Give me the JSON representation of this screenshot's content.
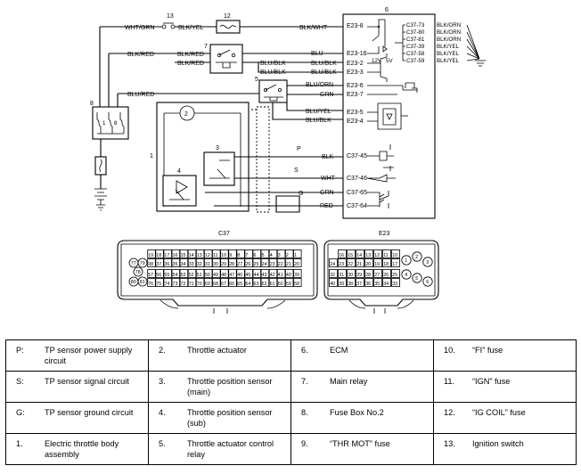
{
  "diagram": {
    "component_numbers": {
      "c1": "1",
      "c2": "2",
      "c3": "3",
      "c4": "4",
      "c5": "5",
      "c6": "6",
      "c7": "7",
      "c8": "8",
      "c12": "12",
      "c13": "13"
    },
    "wires": {
      "wht_grn": "WHT/GRN",
      "blk_yel": "BLK/YEL",
      "blk_wht": "BLK/WHT",
      "blk_red_a": "BLK/RED",
      "blk_red_b": "BLK/RED",
      "blk_red_c": "BLK/RED",
      "blu": "BLU",
      "blu_blk_a": "BLU/BLK",
      "blu_blk_b": "BLU/BLK",
      "blu_orn": "BLU/ORN",
      "blu_red": "BLU/RED",
      "grn": "GRN",
      "blu_yel": "BLU/YEL",
      "blk": "BLK",
      "wht": "WHT",
      "grn2": "GRN",
      "red": "RED",
      "p": "P",
      "s": "S",
      "g": "G"
    },
    "pins": {
      "e23_8": "E23-8",
      "e23_16": "E23-16",
      "e23_2": "E23-2",
      "e23_3": "E23-3",
      "e23_6": "E23-6",
      "e23_7": "E23-7",
      "e23_5": "E23-5",
      "e23_4": "E23-4",
      "c37_45": "C37-45",
      "c37_46": "C37-46",
      "c37_65": "C37-65",
      "c37_64": "C37-64"
    },
    "ground_pins": [
      "C37-73",
      "C37-80",
      "C37-81",
      "C37-39",
      "C37-58",
      "C37-59"
    ],
    "ground_wires": [
      "BLK/ORN",
      "BLK/ORN",
      "BLK/ORN",
      "BLK/YEL",
      "BLK/YEL",
      "BLK/YEL"
    ],
    "voltages": {
      "v12": "12V",
      "v5": "5V"
    },
    "connectors": {
      "c37": {
        "label": "C37",
        "row1": [
          "19",
          "18",
          "17",
          "16",
          "15",
          "14",
          "13",
          "12",
          "11",
          "10",
          "9",
          "8",
          "7",
          "6",
          "5",
          "4",
          "3",
          "2",
          "1"
        ],
        "row2": [
          "38",
          "37",
          "36",
          "35",
          "34",
          "33",
          "32",
          "31",
          "30",
          "29",
          "28",
          "27",
          "26",
          "25",
          "24",
          "23",
          "22",
          "21",
          "20"
        ],
        "row3": [
          "57",
          "56",
          "55",
          "54",
          "53",
          "52",
          "51",
          "50",
          "49",
          "48",
          "47",
          "46",
          "45",
          "44",
          "43",
          "42",
          "41",
          "40",
          "39"
        ],
        "row4": [
          "76",
          "75",
          "74",
          "73",
          "72",
          "71",
          "70",
          "69",
          "68",
          "67",
          "66",
          "65",
          "64",
          "63",
          "62",
          "61",
          "60",
          "59",
          "58"
        ],
        "round_pins": [
          "77",
          "79",
          "78",
          "80",
          "81"
        ]
      },
      "e23": {
        "label": "E23",
        "row1": [
          "16",
          "15",
          "14",
          "13",
          "12",
          "11",
          "10"
        ],
        "row2": [
          "24",
          "23",
          "22",
          "21",
          "20",
          "19",
          "18",
          "17"
        ],
        "row3": [
          "32",
          "31",
          "30",
          "29",
          "28",
          "27",
          "26",
          "25"
        ],
        "row4": [
          "40",
          "39",
          "38",
          "37",
          "36",
          "35",
          "34",
          "33"
        ],
        "round_pins": [
          "1",
          "2",
          "3",
          "4",
          "5",
          "6"
        ]
      }
    }
  },
  "legend": {
    "rows": [
      [
        {
          "key": "P:",
          "text": "TP sensor power supply circuit"
        },
        {
          "key": "2.",
          "text": "Throttle actuator"
        },
        {
          "key": "6.",
          "text": "ECM"
        },
        {
          "key": "10.",
          "text": "“FI” fuse"
        }
      ],
      [
        {
          "key": "S:",
          "text": "TP sensor signal circuit"
        },
        {
          "key": "3.",
          "text": "Throttle position sensor (main)"
        },
        {
          "key": "7.",
          "text": "Main relay"
        },
        {
          "key": "11.",
          "text": "“IGN” fuse"
        }
      ],
      [
        {
          "key": "G:",
          "text": "TP sensor ground circuit"
        },
        {
          "key": "4.",
          "text": "Throttle position sensor (sub)"
        },
        {
          "key": "8.",
          "text": "Fuse Box No.2"
        },
        {
          "key": "12.",
          "text": "“IG COIL” fuse"
        }
      ],
      [
        {
          "key": "1.",
          "text": "Electric throttle body assembly"
        },
        {
          "key": "5.",
          "text": "Throttle actuator control relay"
        },
        {
          "key": "9.",
          "text": "“THR MOT” fuse"
        },
        {
          "key": "13.",
          "text": "Ignition switch"
        }
      ]
    ]
  }
}
